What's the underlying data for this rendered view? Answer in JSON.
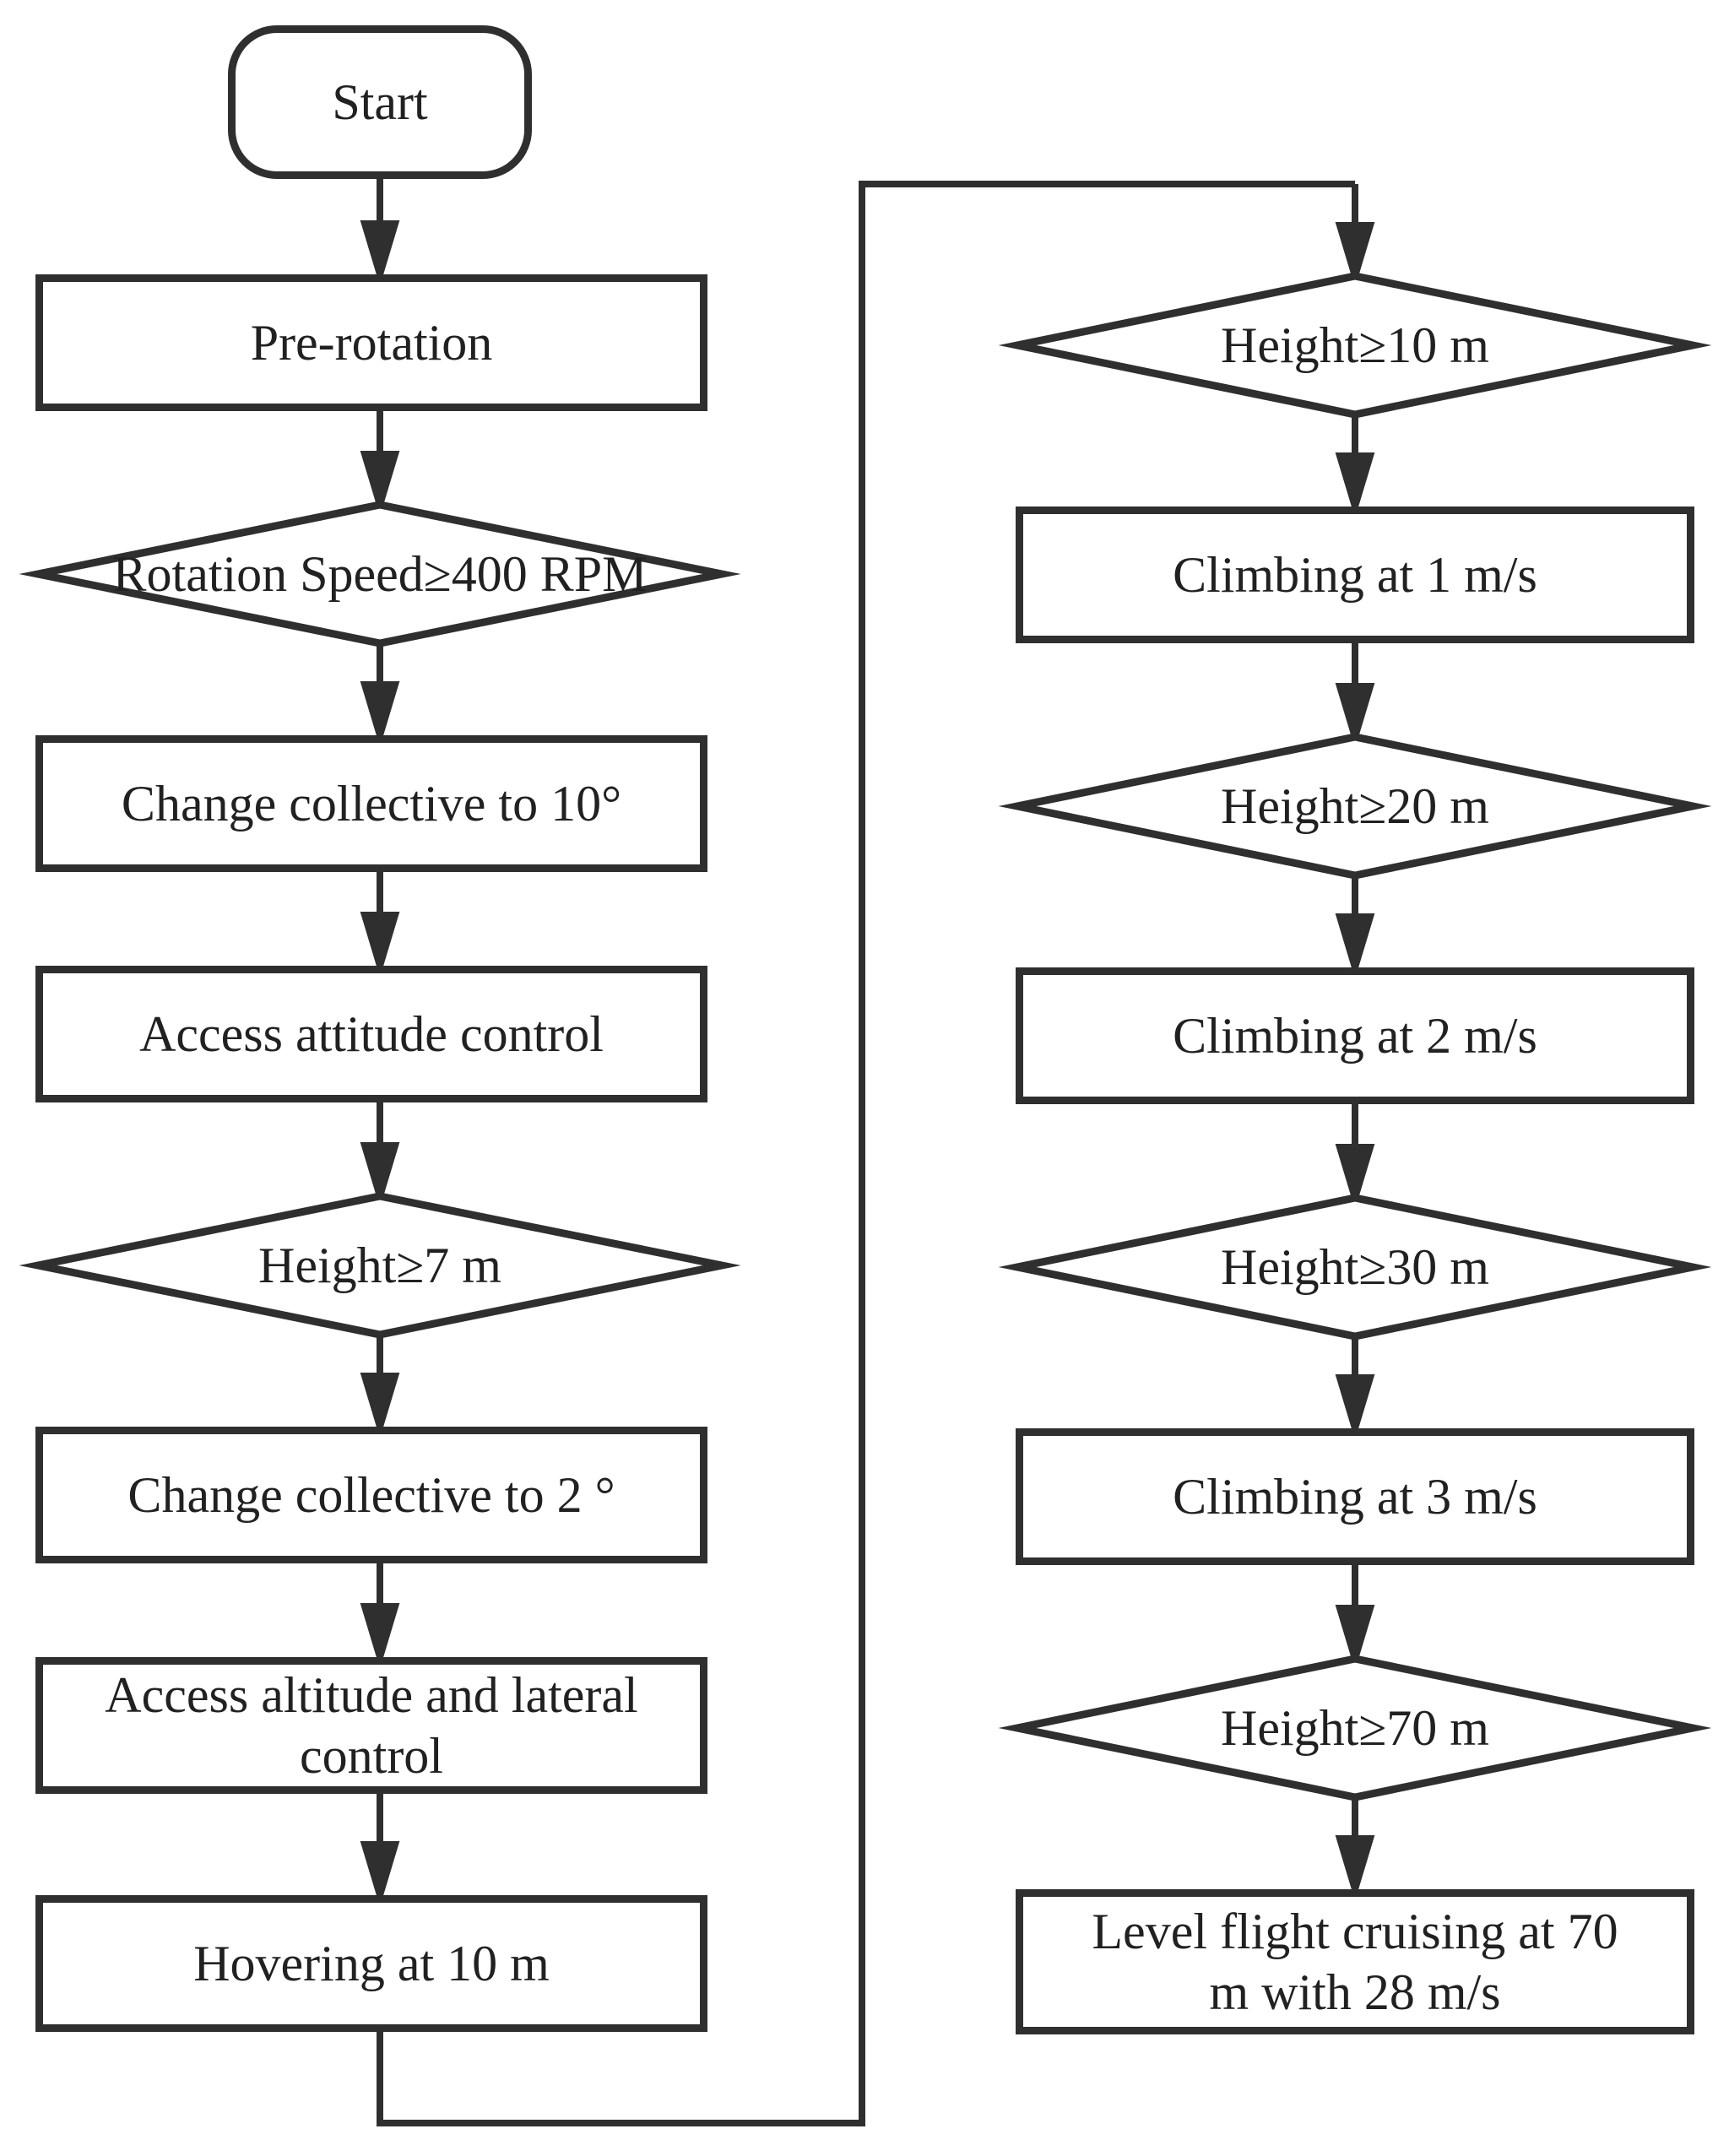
{
  "diagram": {
    "background_color": "#ffffff",
    "line_color": "#2f2f2f",
    "text_color": "#212121",
    "nodes": {
      "start": {
        "type": "terminator",
        "label": "Start"
      },
      "pre_rotation": {
        "type": "process",
        "label": "Pre-rotation"
      },
      "rotation_speed": {
        "type": "decision",
        "label": "Rotation Speed≥400 RPM"
      },
      "collective_10": {
        "type": "process",
        "label": "Change collective to 10°"
      },
      "attitude_control": {
        "type": "process",
        "label": "Access attitude control"
      },
      "height_7": {
        "type": "decision",
        "label": "Height≥7 m"
      },
      "collective_2": {
        "type": "process",
        "label": "Change collective to 2 °"
      },
      "altitude_lateral": {
        "type": "process",
        "lines": [
          "Access altitude and lateral",
          "control"
        ]
      },
      "hovering": {
        "type": "process",
        "label": "Hovering at 10 m"
      },
      "height_10": {
        "type": "decision",
        "label": "Height≥10 m"
      },
      "climb_1": {
        "type": "process",
        "label": "Climbing at 1 m/s"
      },
      "height_20": {
        "type": "decision",
        "label": "Height≥20 m"
      },
      "climb_2": {
        "type": "process",
        "label": "Climbing at 2 m/s"
      },
      "height_30": {
        "type": "decision",
        "label": "Height≥30 m"
      },
      "climb_3": {
        "type": "process",
        "label": "Climbing at 3 m/s"
      },
      "height_70": {
        "type": "decision",
        "label": "Height≥70 m"
      },
      "cruise": {
        "type": "process",
        "lines": [
          "Level flight cruising at 70",
          "m with 28 m/s"
        ]
      }
    }
  }
}
